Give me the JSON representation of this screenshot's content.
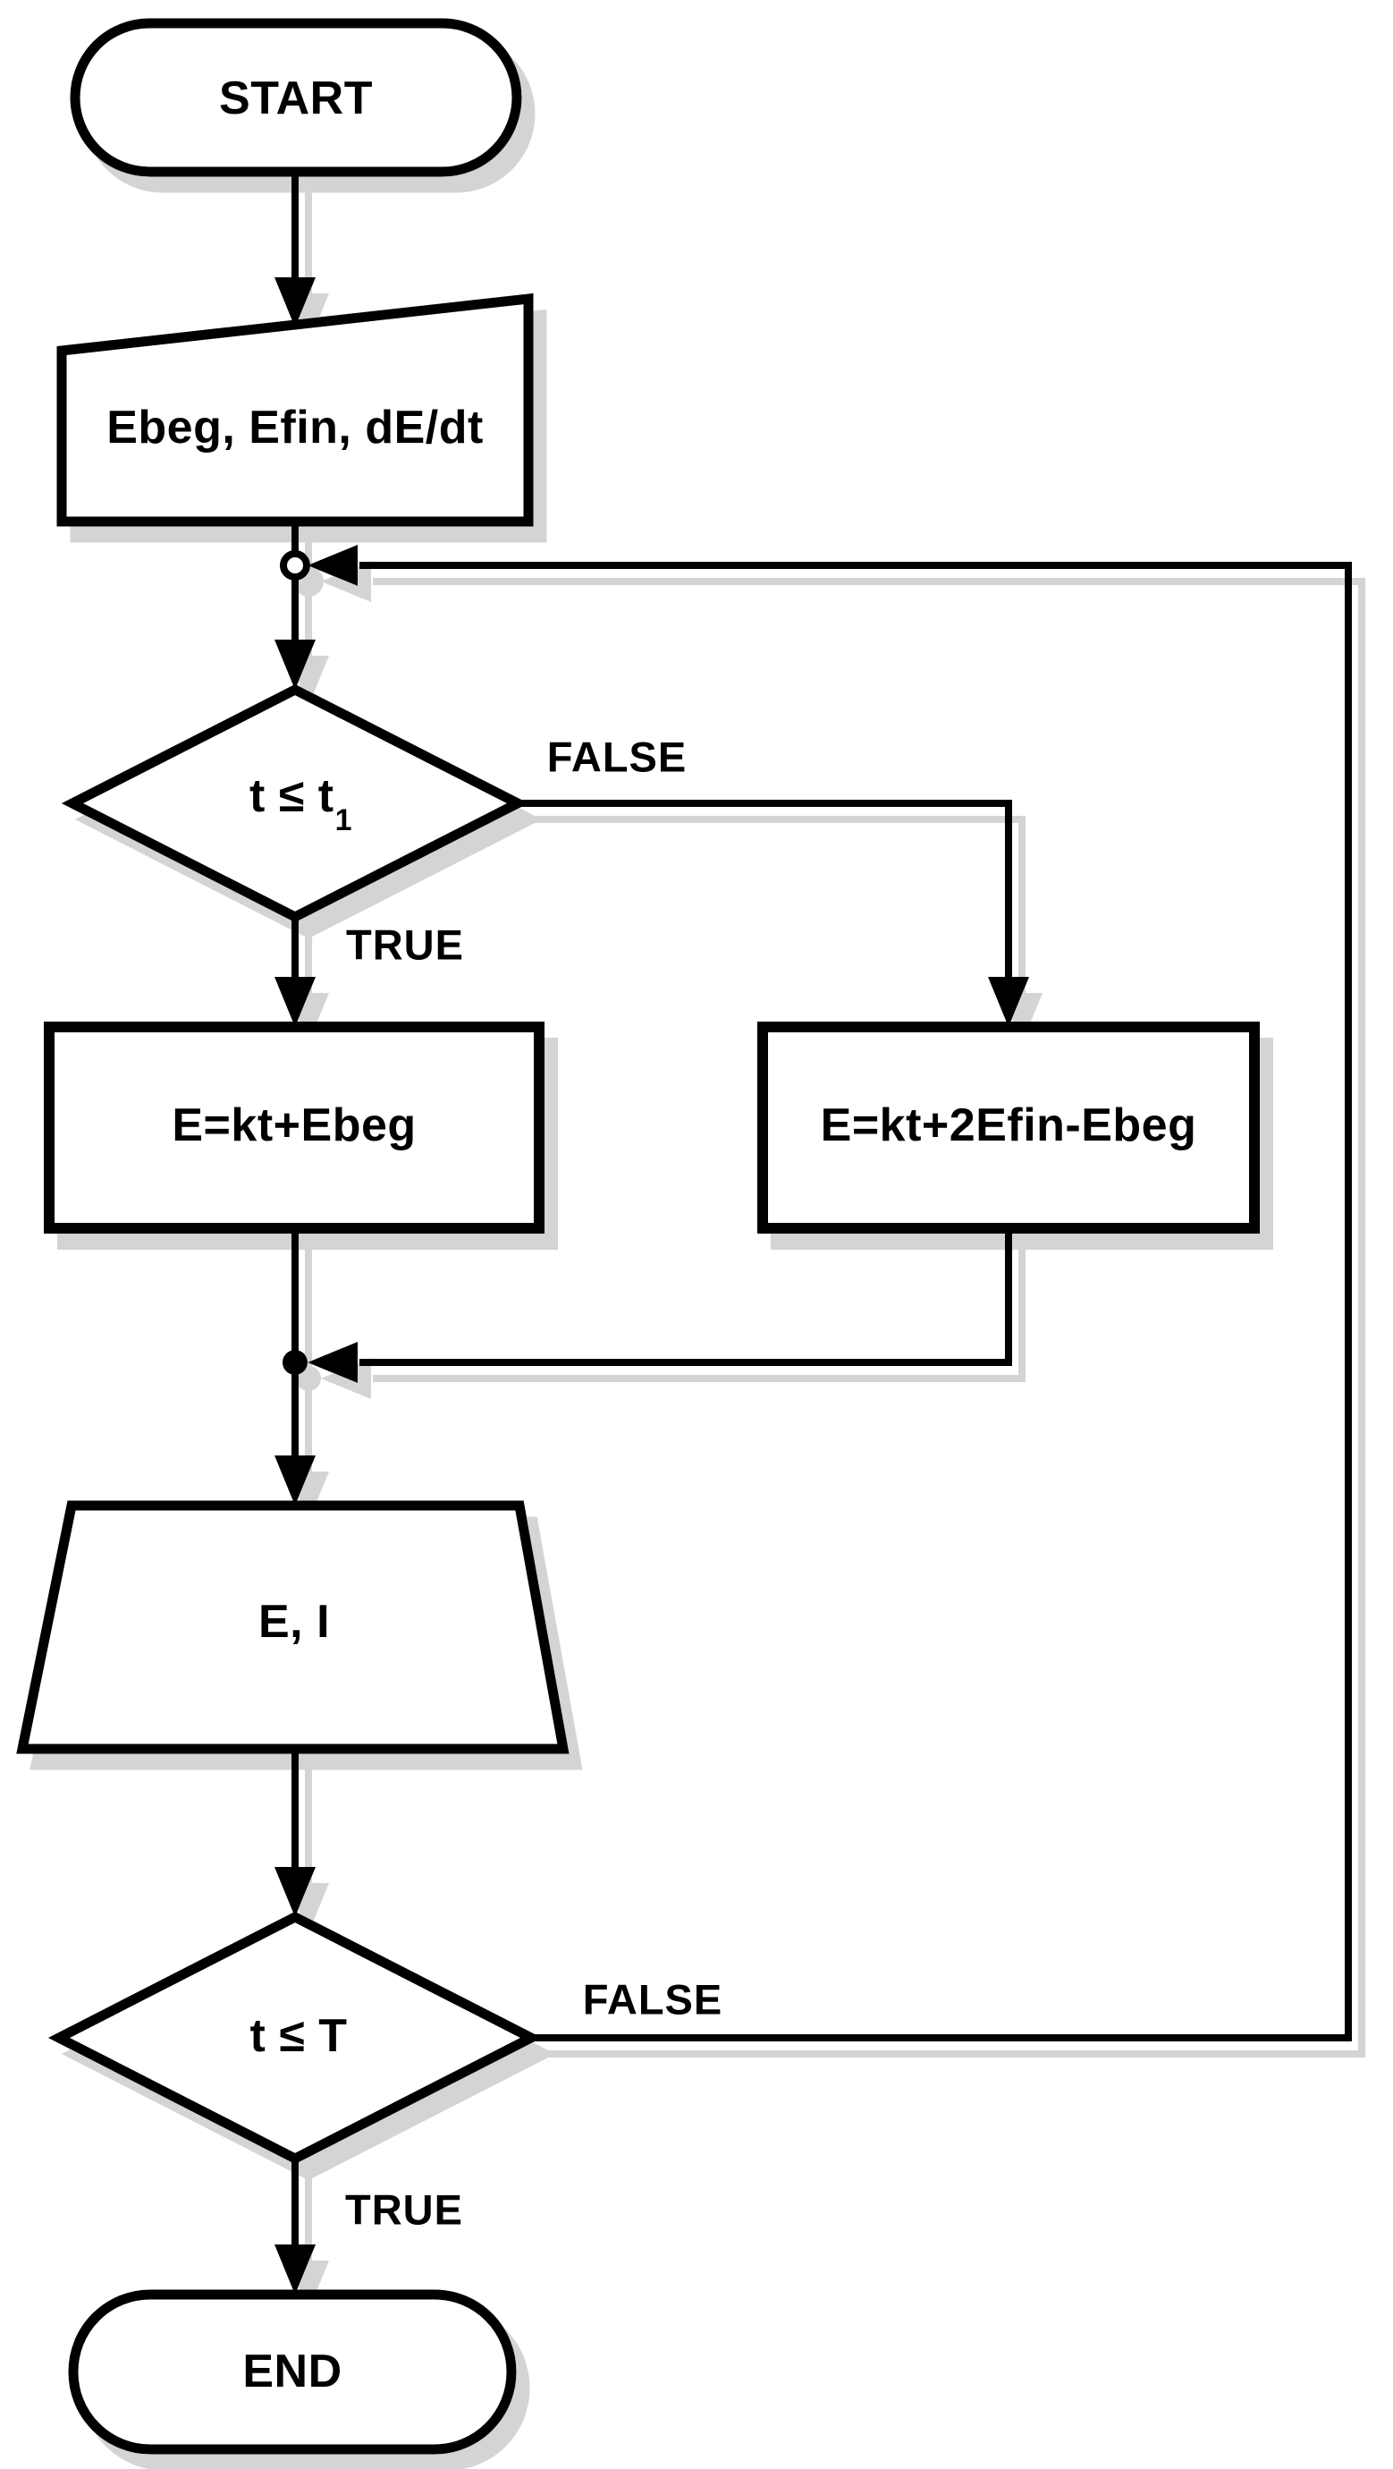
{
  "flowchart": {
    "background": "#ffffff",
    "stroke_color": "#000000",
    "shadow_color": "#d4d4d4",
    "nodes": {
      "start": {
        "label": "START",
        "type": "terminator"
      },
      "input": {
        "label": "Ebeg, Efin, dE/dt",
        "type": "input"
      },
      "decision1": {
        "text": "t ≤ t",
        "sub": "1",
        "type": "decision"
      },
      "process_true": {
        "label": "E=kt+Ebeg",
        "type": "process"
      },
      "process_false": {
        "label": "E=kt+2Efin-Ebeg",
        "type": "process"
      },
      "output": {
        "label": "E, I",
        "type": "output"
      },
      "decision2": {
        "label": "t ≤ T",
        "type": "decision"
      },
      "end": {
        "label": "END",
        "type": "terminator"
      }
    },
    "branch_labels": {
      "decision1_true": "TRUE",
      "decision1_false": "FALSE",
      "decision2_true": "TRUE",
      "decision2_false": "FALSE"
    }
  }
}
